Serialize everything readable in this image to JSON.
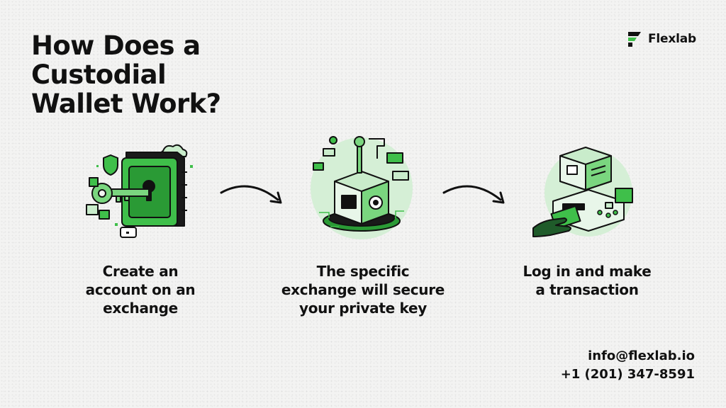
{
  "page": {
    "title_line1": "How Does a Custodial",
    "title_line2": "Wallet Work?"
  },
  "brand": {
    "name": "Flexlab",
    "accent": "#3fbf4a",
    "logo_icon": "flexlab-logo-icon"
  },
  "steps": [
    {
      "illustration": "vault-key-icon",
      "caption_lines": [
        "Create an",
        "account on an",
        "exchange"
      ]
    },
    {
      "illustration": "secure-safe-icon",
      "caption_lines": [
        "The specific",
        "exchange will secure",
        "your private key"
      ]
    },
    {
      "illustration": "card-transaction-icon",
      "caption_lines": [
        "Log in and make",
        "a transaction"
      ]
    }
  ],
  "contact": {
    "email": "info@flexlab.io",
    "phone": "+1 (201) 347-8591"
  },
  "colors": {
    "accent_green": "#3fbf4a",
    "light_green": "#c9eccb",
    "dark": "#111111",
    "background": "#f3f3f2"
  }
}
